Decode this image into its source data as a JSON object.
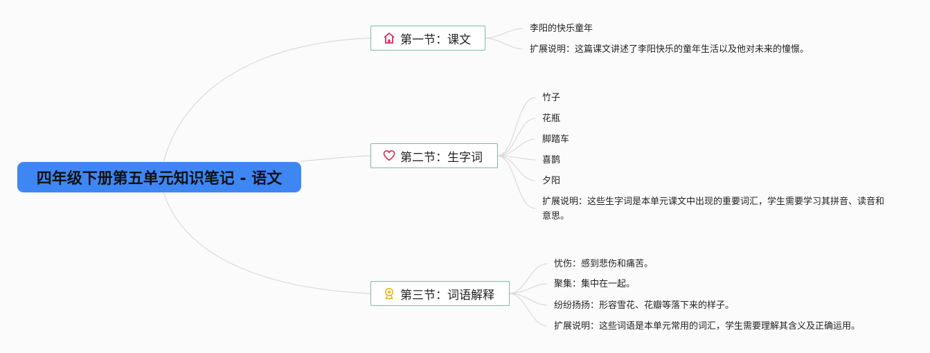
{
  "root": {
    "title": "四年级下册第五单元知识笔记 - 语文"
  },
  "sections": [
    {
      "label": "第一节：课文",
      "icon": "home-icon",
      "items": [
        "李阳的快乐童年",
        "扩展说明：这篇课文讲述了李阳快乐的童年生活以及他对未来的憧憬。"
      ]
    },
    {
      "label": "第二节：生字词",
      "icon": "heart-icon",
      "items": [
        "竹子",
        "花瓶",
        "脚踏车",
        "喜鹊",
        "夕阳",
        "扩展说明：这些生字词是本单元课文中出现的重要词汇，学生需要学习其拼音、读音和意思。"
      ]
    },
    {
      "label": "第三节：词语解释",
      "icon": "award-ribbon-icon",
      "items": [
        "忧伤：感到悲伤和痛苦。",
        "聚集：集中在一起。",
        "纷纷扬扬：形容雪花、花瓣等落下来的样子。",
        "扩展说明：这些词语是本单元常用的词汇，学生需要理解其含义及正确运用。"
      ]
    }
  ],
  "colors": {
    "root_fill": "#3f86f5",
    "branch_border": "#7fb7a6",
    "connector": "#d9d9d9",
    "home_icon": "#e0245e",
    "heart_icon": "#d9324f",
    "award_icon": "#e8b71a"
  }
}
